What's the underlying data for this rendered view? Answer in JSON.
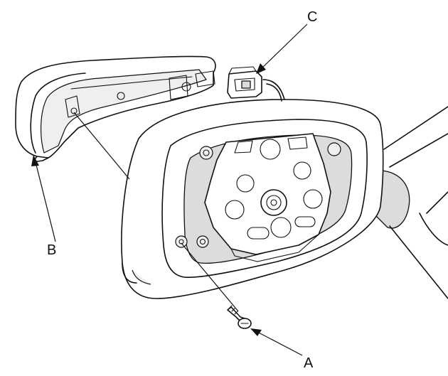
{
  "diagram": {
    "callouts": {
      "a": "A",
      "b": "B",
      "c": "C"
    },
    "colors": {
      "line": "#111111",
      "shade": "#dcdcdc",
      "background": "#ffffff"
    }
  }
}
